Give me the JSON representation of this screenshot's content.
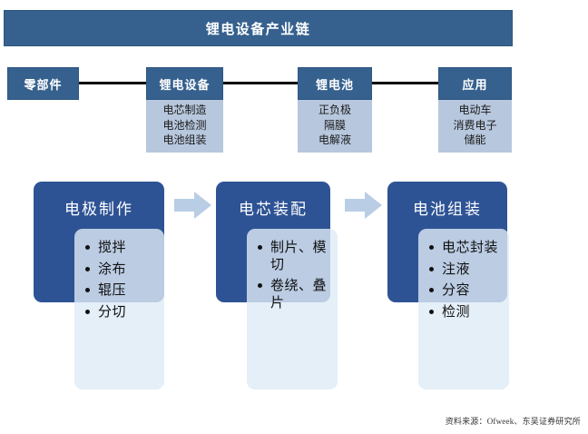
{
  "title": {
    "text": "锂电设备产业链"
  },
  "value_chain": {
    "nodes": [
      {
        "name": "零部件",
        "items": []
      },
      {
        "name": "锂电设备",
        "items": [
          "电芯制造",
          "电池检测",
          "电池组装"
        ]
      },
      {
        "name": "锂电池",
        "items": [
          "正负极",
          "隔膜",
          "电解液"
        ]
      },
      {
        "name": "应用",
        "items": [
          "电动车",
          "消费电子",
          "储能"
        ]
      }
    ]
  },
  "process": {
    "arrow_label": "向右箭头",
    "steps": [
      {
        "title": "电极制作",
        "items": [
          "搅拌",
          "涂布",
          "辊压",
          "分切"
        ]
      },
      {
        "title": "电芯装配",
        "items": [
          "制片、模切",
          "卷绕、叠片"
        ]
      },
      {
        "title": "电池组装",
        "items": [
          "电芯封装",
          "注液",
          "分容",
          "检测"
        ]
      }
    ]
  },
  "footer": {
    "source": "资料来源：Ofweek、东吴证券研究所"
  },
  "colors": {
    "banner_blue": "#36618E",
    "card_dark_blue": "#2E5395",
    "card_light_blue": "#DEEBF6",
    "chain_body_blue": "#B7C7DD",
    "arrow_blue": "#B9CDE5",
    "line_black": "#000000"
  }
}
